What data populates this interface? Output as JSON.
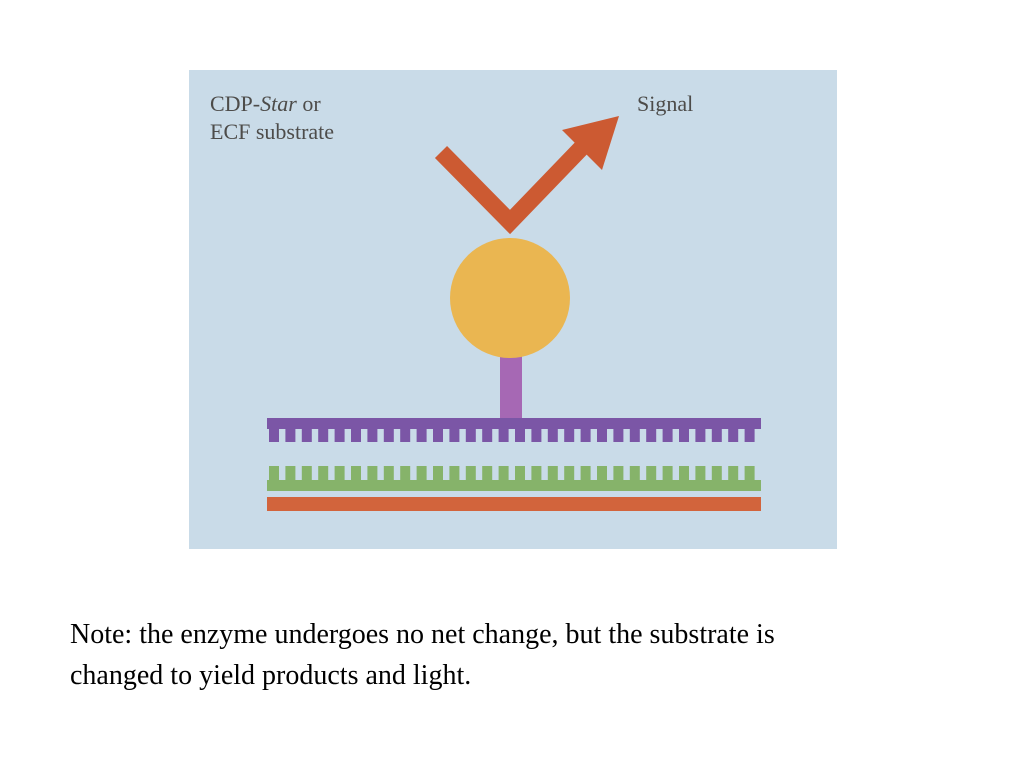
{
  "figure": {
    "substrate_label": {
      "prefix": "CDP-",
      "emphasis": "Star",
      "suffix": " or",
      "line2": "ECF substrate"
    },
    "signal_label": "Signal",
    "colors": {
      "background": "#c9dbe8",
      "arrow": "#cc5a32",
      "enzyme": "#eab651",
      "linker": "#a668b4",
      "probe_strand": "#7b56a6",
      "target_strand": "#86b36a",
      "membrane": "#d2643c"
    }
  },
  "note": {
    "line1": "Note:  the enzyme undergoes no net change, but the substrate is",
    "line2": "changed to yield products and light."
  }
}
